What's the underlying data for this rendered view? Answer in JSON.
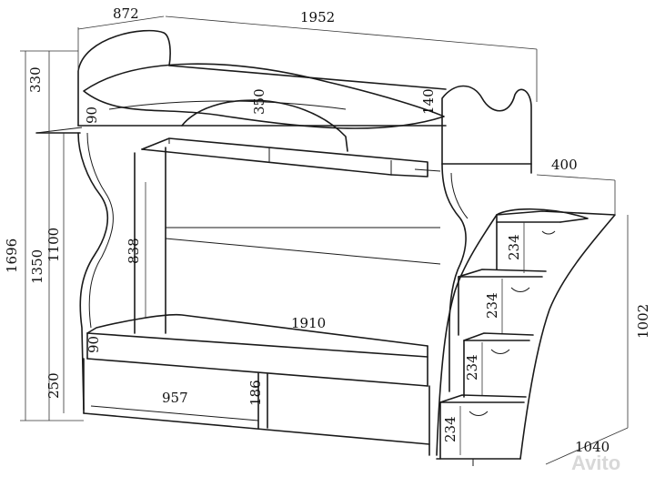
{
  "dimensions": {
    "top_depth": "872",
    "top_length": "1952",
    "stair_width": "400",
    "headboard_h": "330",
    "top_bed_h": "350",
    "top_left_rail": "90",
    "top_right_rail": "140",
    "total_h": "1696",
    "h_1350": "1350",
    "h_1100": "1100",
    "gap_h": "838",
    "bottom_len": "1910",
    "bottom_rail": "90",
    "base_h": "250",
    "drawer_w": "957",
    "drawer_h": "186",
    "stair_h": "1002",
    "step_1": "234",
    "step_2": "234",
    "step_3": "234",
    "step_4": "234",
    "stair_depth": "1040"
  },
  "watermark": "Avito",
  "colors": {
    "line": "#1a1a1a",
    "watermark": "#d8d8d8"
  }
}
